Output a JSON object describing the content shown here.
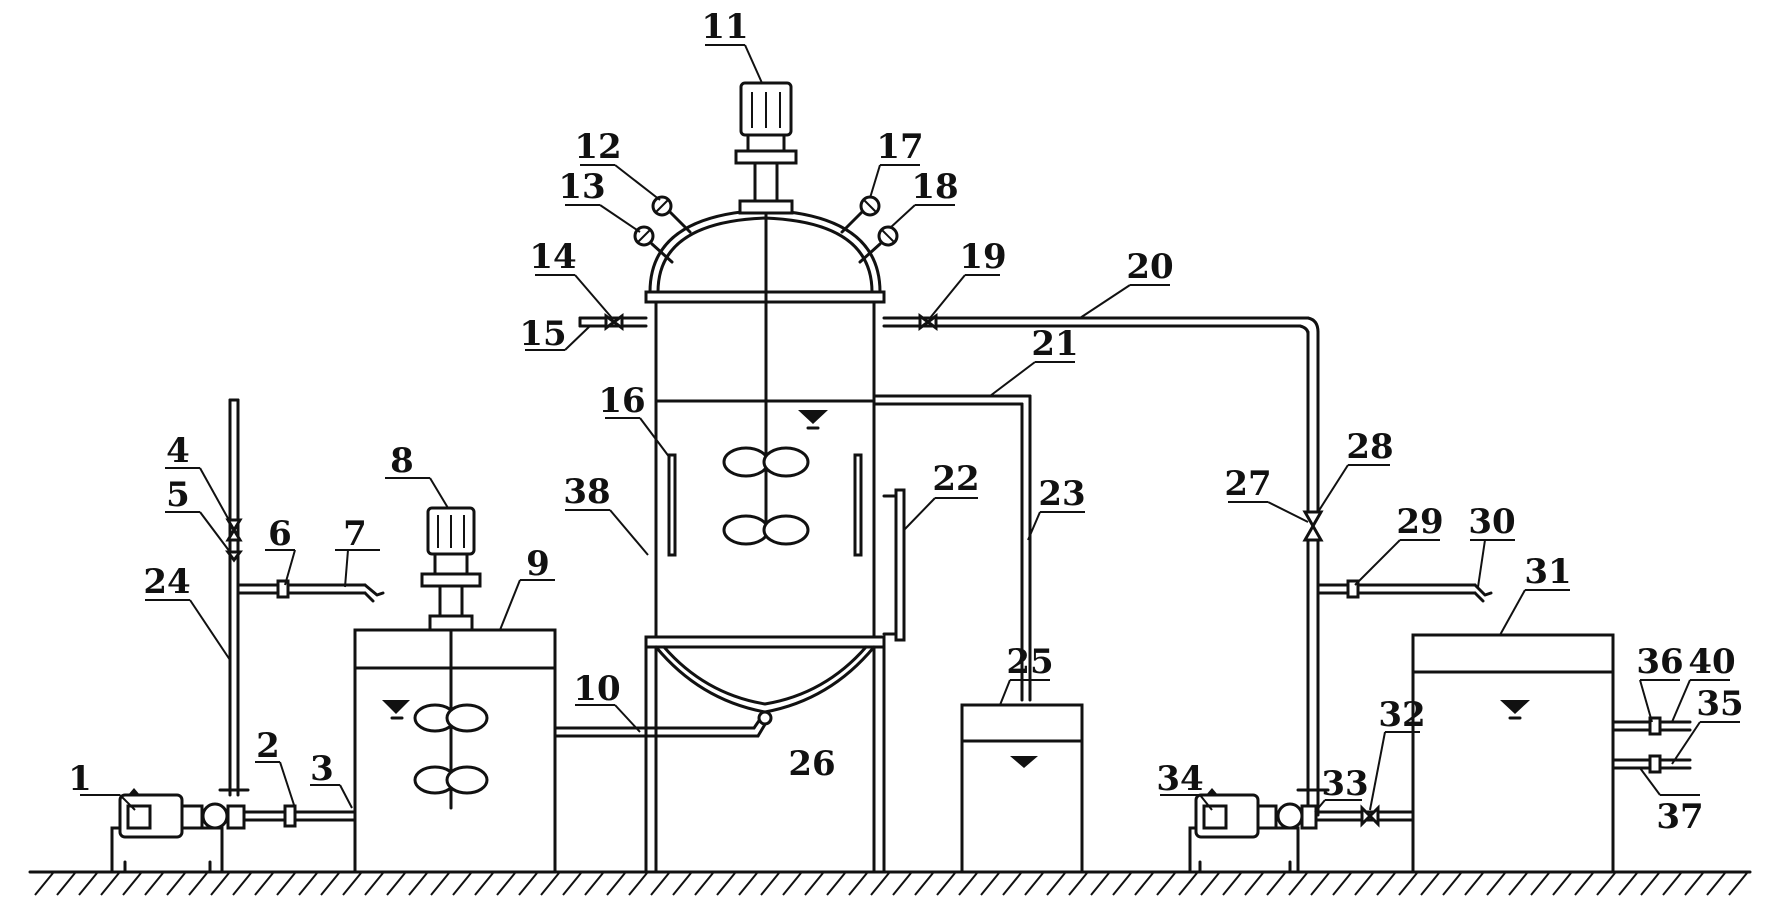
{
  "labels": {
    "l1": "1",
    "l2": "2",
    "l3": "3",
    "l4": "4",
    "l5": "5",
    "l6": "6",
    "l7": "7",
    "l8": "8",
    "l9": "9",
    "l10": "10",
    "l11": "11",
    "l12": "12",
    "l13": "13",
    "l14": "14",
    "l15": "15",
    "l16": "16",
    "l17": "17",
    "l18": "18",
    "l19": "19",
    "l20": "20",
    "l21": "21",
    "l22": "22",
    "l23": "23",
    "l24": "24",
    "l25": "25",
    "l26": "26",
    "l27": "27",
    "l28": "28",
    "l29": "29",
    "l30": "30",
    "l31": "31",
    "l32": "32",
    "l33": "33",
    "l34": "34",
    "l35": "35",
    "l36": "36",
    "l37": "37",
    "l38": "38",
    "l40": "40"
  },
  "colors": {
    "line": "#111111",
    "background": "#ffffff"
  }
}
